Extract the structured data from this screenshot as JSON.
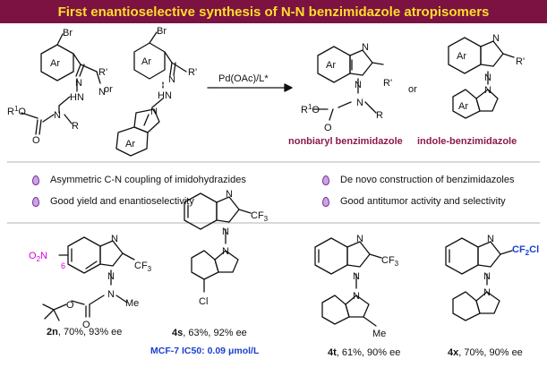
{
  "title": "First enantioselective synthesis of N-N benzimidazole atropisomers",
  "scheme": {
    "or_1": "or",
    "or_2": "or",
    "conditions": "Pd(OAc)/L*",
    "product_1_label": "nonbiaryl benzimidazole",
    "product_2_label": "indole-benzimidazole"
  },
  "bullets": [
    "Asymmetric C-N coupling of imidohydrazides",
    "Good yield and enantioselectivity",
    "De novo construction of benzimidazoles",
    "Good antitumor activity and selectivity"
  ],
  "examples": [
    {
      "id": "2n",
      "rest": ", 70%, 93% ee"
    },
    {
      "id": "4s",
      "rest": ", 63%, 92% ee"
    },
    {
      "id": "4t",
      "rest": ", 61%, 90% ee"
    },
    {
      "id": "4x",
      "rest": ", 70%, 90% ee"
    }
  ],
  "activity_note": "MCF-7 IC50: 0.09 μmol/L",
  "atom_labels": {
    "ar": "Ar",
    "br": "Br",
    "n": "N",
    "r_prime": "R'",
    "r": "R",
    "r1": "R1",
    "o": "O",
    "h": "H",
    "cf3": "CF3",
    "cf2cl": "CF2Cl",
    "me": "Me",
    "cl": "Cl",
    "no2": "O2N",
    "six": "6"
  },
  "colors": {
    "banner_bg": "#7b1242",
    "banner_text": "#ffde2a",
    "product_label": "#8b1a4a",
    "highlight_blue": "#1a3fd0",
    "nitro_magenta": "#d800d8",
    "cf2cl_blue": "#1a3fd0"
  }
}
